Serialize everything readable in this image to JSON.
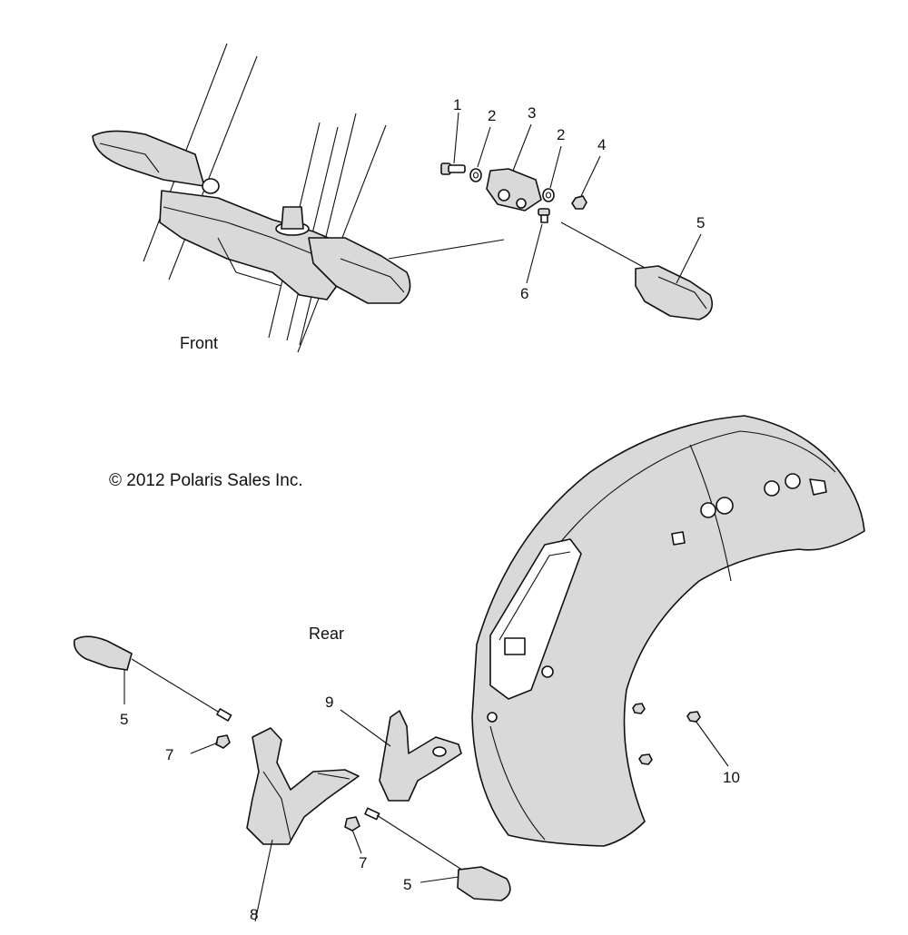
{
  "labels": {
    "front": "Front",
    "rear": "Rear",
    "copyright": "© 2012 Polaris Sales Inc."
  },
  "callouts": {
    "c1": "1",
    "c2a": "2",
    "c3": "3",
    "c2b": "2",
    "c4": "4",
    "c5_front": "5",
    "c6": "6",
    "c5_rear_left": "5",
    "c7_left": "7",
    "c9": "9",
    "c7_bottom": "7",
    "c5_rear_bottom": "5",
    "c8": "8",
    "c10": "10"
  }
}
